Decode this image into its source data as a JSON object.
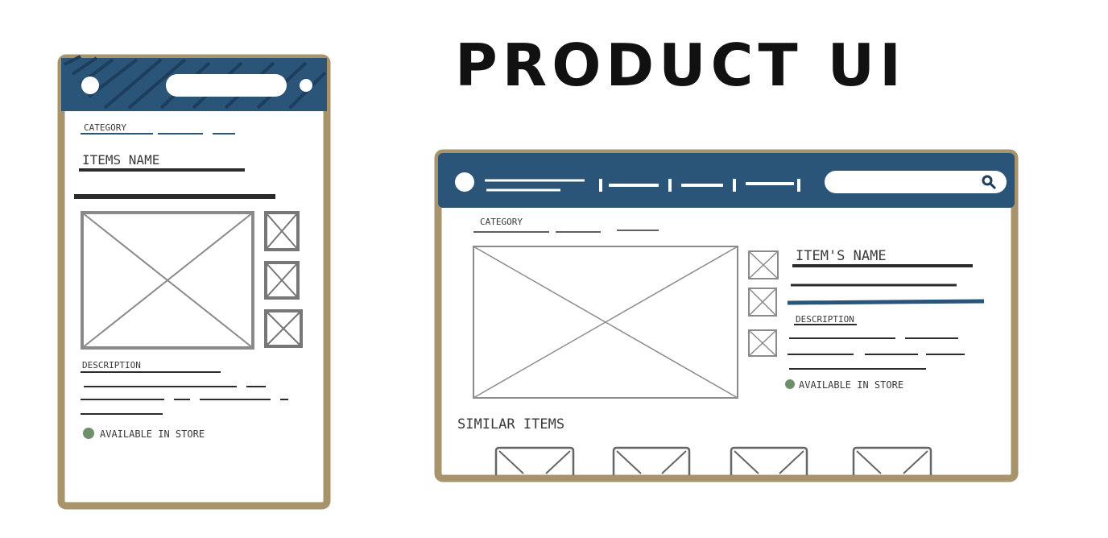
{
  "title": "PRODUCT UI",
  "colors": {
    "frame": "#a8946a",
    "header": "#2a5478",
    "line": "#2b2b2b",
    "placeholder": "#8a8a8a",
    "status_dot": "#6f8f6a"
  },
  "mobile": {
    "breadcrumb": "CATEGORY",
    "item_name": "ITEMS NAME",
    "description_label": "DESCRIPTION",
    "availability": "AVAILABLE IN STORE"
  },
  "desktop": {
    "breadcrumb": "CATEGORY",
    "item_name": "ITEM'S NAME",
    "description_label": "DESCRIPTION",
    "availability": "AVAILABLE IN STORE",
    "similar_items_heading": "SIMILAR ITEMS",
    "search_icon": "search-icon"
  }
}
